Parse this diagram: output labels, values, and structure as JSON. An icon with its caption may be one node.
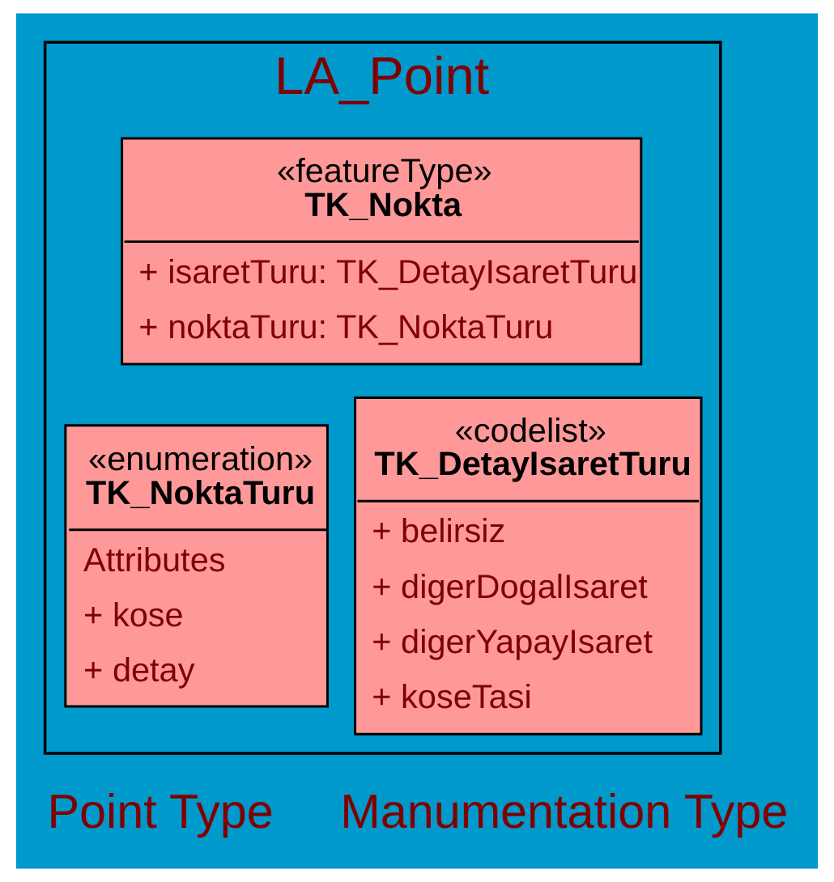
{
  "diagram": {
    "nodes": [
      {
        "text": [
          "LA_Point"
        ]
      },
      {
        "text": [
          "«featureType»",
          "TK_Nokta",
          "+ isaretTuru: TK_DetayIsaretTuru",
          "+ noktaTuru: TK_NoktaTuru"
        ],
        "in": 0
      },
      {
        "text": [
          "«enumeration»",
          "TK_NoktaTuru",
          "Attributes",
          "+ kose",
          "+ detay"
        ],
        "in": 0
      },
      {
        "text": [
          "«codelist»",
          "TK_DetayIsaretTuru",
          "+ belirsiz",
          "+ digerDogalIsaret",
          "+ digerYapayIsaret",
          "+ koseTasi"
        ],
        "in": 0
      }
    ],
    "edges": [],
    "labels": [
      "Point Type",
      "Manumentation Type"
    ]
  }
}
